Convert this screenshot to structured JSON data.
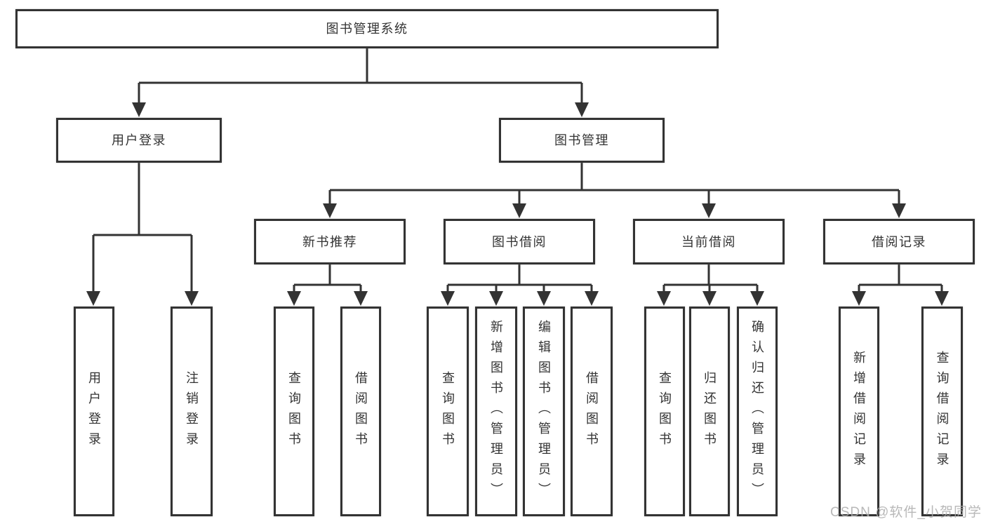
{
  "colors": {
    "line": "#333333",
    "text": "#333333",
    "box_background": "#ffffff",
    "watermark": "#ababab"
  },
  "watermark": {
    "text": "CSDN @软件_小贺同学"
  },
  "tree": {
    "root": {
      "label": "图书管理系统"
    },
    "branches": [
      {
        "label": "用户登录",
        "leaves": [
          {
            "label": "用户登录"
          },
          {
            "label": "注销登录"
          }
        ]
      },
      {
        "label": "图书管理",
        "groups": [
          {
            "label": "新书推荐",
            "leaves": [
              {
                "label": "查询图书"
              },
              {
                "label": "借阅图书"
              }
            ]
          },
          {
            "label": "图书借阅",
            "leaves": [
              {
                "label": "查询图书"
              },
              {
                "label": "新增图书（管理员）"
              },
              {
                "label": "编辑图书（管理员）"
              },
              {
                "label": "借阅图书"
              }
            ]
          },
          {
            "label": "当前借阅",
            "leaves": [
              {
                "label": "查询图书"
              },
              {
                "label": "归还图书"
              },
              {
                "label": "确认归还（管理员）"
              }
            ]
          },
          {
            "label": "借阅记录",
            "leaves": [
              {
                "label": "新增借阅记录"
              },
              {
                "label": "查询借阅记录"
              }
            ]
          }
        ]
      }
    ]
  }
}
